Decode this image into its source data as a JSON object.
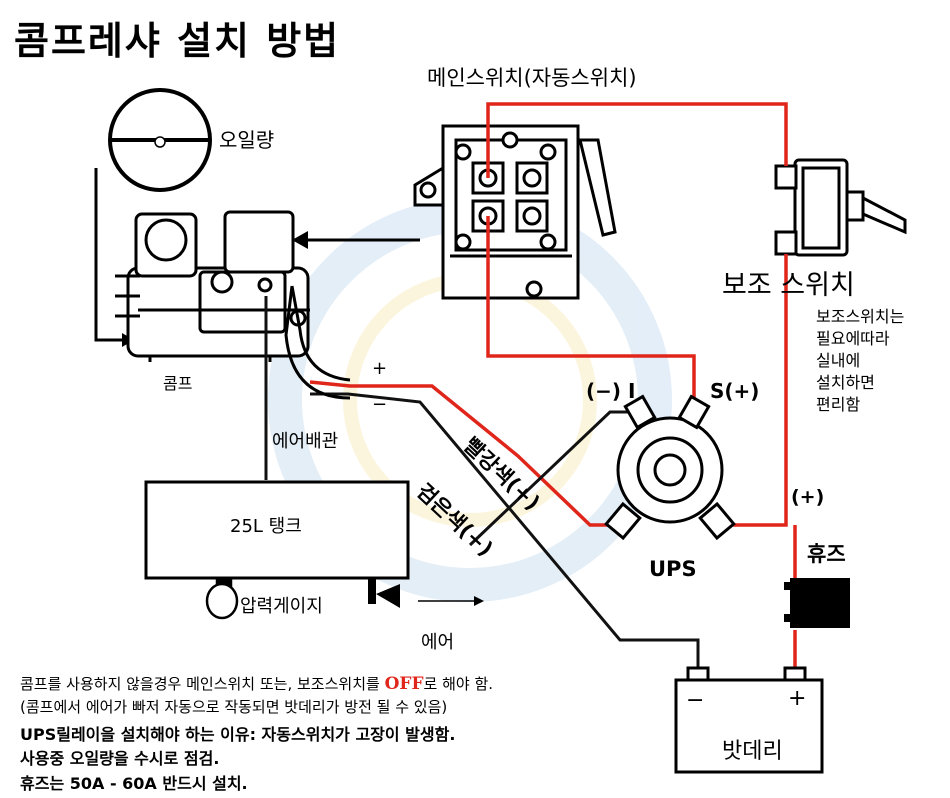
{
  "title": "콤프레샤 설치 방법",
  "main_switch": {
    "label": "메인스위치(자동스위치)"
  },
  "aux_switch": {
    "label": "보조 스위치",
    "note": "보조스위치는\n필요에따라\n실내에\n설치하면\n편리함"
  },
  "compressor": {
    "oil_level_label": "오일량",
    "label": "콤프",
    "plus": "+",
    "minus": "−"
  },
  "air_pipe_label": "에어배관",
  "tank": {
    "label": "25L 탱크",
    "gauge_label": "압력게이지",
    "air_out_label": "에어"
  },
  "ups": {
    "label": "UPS",
    "i_terminal": "(−) I",
    "s_terminal": "S(+)"
  },
  "wires": {
    "red": "빨강색(+)",
    "black": "검은색(−)"
  },
  "fuse": {
    "label": "휴즈",
    "plus": "(+)"
  },
  "battery": {
    "label": "밧데리",
    "minus": "−",
    "plus": "+"
  },
  "notes": {
    "line1_before": "콤프를 사용하지 않을경우 메인스위치 또는, 보조스위치를 ",
    "line1_highlight": "OFF",
    "line1_after": "로 해야 함.",
    "line2": "(콤프에서 에어가 빠저 자동으로 작동되면 밧데리가 방전 될 수 있음)",
    "line3": "UPS릴레이을 설치해야 하는 이유: 자동스위치가 고장이 발생함.",
    "line4": "사용중 오일량을 수시로 점검.",
    "line5": "휴즈는  50A - 60A 반드시 설치."
  },
  "colors": {
    "red_wire": "#e0261b",
    "black_wire": "#111111",
    "highlight": "#e0261b"
  }
}
